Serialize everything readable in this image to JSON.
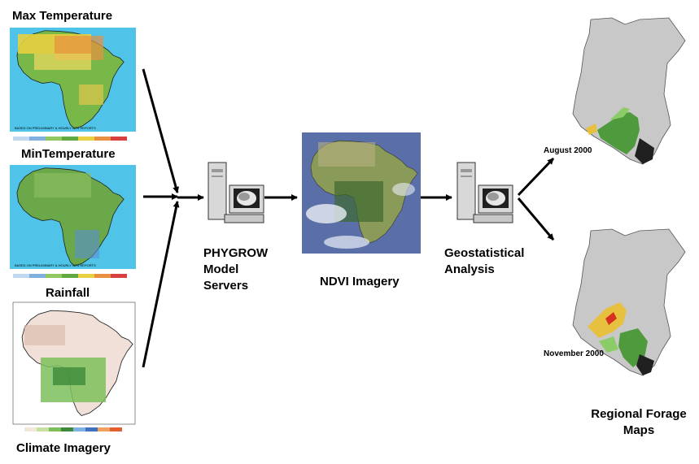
{
  "inputs": {
    "max_temperature": "Max Temperature",
    "min_temperature": "MinTemperature",
    "rainfall": "Rainfall",
    "climate_imagery": "Climate Imagery",
    "map_footer": "BASED ON PRELIMINARY & HOURLY GTS REPORTS"
  },
  "model": {
    "label_line1": "PHYGROW",
    "label_line2": "Model",
    "label_line3": "Servers"
  },
  "ndvi": {
    "label": "NDVI Imagery"
  },
  "analysis": {
    "label_line1": "Geostatistical",
    "label_line2": "Analysis"
  },
  "outputs": {
    "map1_date": "August 2000",
    "map2_date": "November 2000",
    "label_line1": "Regional Forage",
    "label_line2": "Maps"
  },
  "colors": {
    "ocean": "#4fc4e8",
    "ndvi_bg": "#5a6fa8",
    "kenya": "#c8c8c8",
    "forage_green": "#4f9a3c",
    "forage_yellow": "#e8c040",
    "forage_red": "#d83020"
  }
}
